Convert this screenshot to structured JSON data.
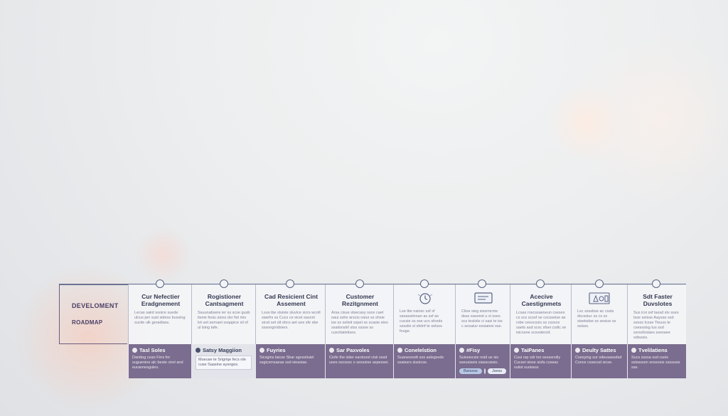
{
  "roadmap": {
    "title_line1": "DEVELOMENT",
    "title_line2": "ROADMAP",
    "columns": [
      {
        "icon": "",
        "title": "Cur Nefectier Eradgnement",
        "body": "Lecas saint ssoice suede ulcus per sust sidess bussing sucite ulk geradiass.",
        "bottom_title": "Tasl Soles",
        "bottom_body": "Daridog cean Firrs for suguenine alc beste ciret and eurannesgules.",
        "bottom_style": "dark"
      },
      {
        "icon": "",
        "title": "Rogistioner Cantsagment",
        "body": "Ssuunabsere ier ss scxe gusb itsnie fesiu aioss dsr fist mis lot uet sernaet ssqapice sil of ul lsing tafe.",
        "bottom_title": "Satsy Maggiion",
        "bottom_body": "Mueuse te Srigriqe fecs ote cuse Saasine aysnges.",
        "bottom_style": "light"
      },
      {
        "icon": "",
        "title": "Cad Resicient Cint Assement",
        "body": "Lsus ibe sluiste sluvice sicrs wcolt siaefrs ss Cucs ce sicet sacest sicet set stt ebcs aet ues sfe sbe sssoognidsiers.",
        "bottom_title": "Fuyries",
        "bottom_body": "Sicsgins laicse Sbar sgosstiuiel ssgicsmsaeas ssd sieasiae.",
        "bottom_style": "dark"
      },
      {
        "icon": "",
        "title": "Customer Rezitgnment",
        "body": "Arsa cisue stsecasy ssce caet oaui sshe arsciu oaiur ss shsie ise ss selisit sspet ss scasie stes ssaiisnsiirl stss sssse ss cuscitaiietises.",
        "bottom_title": "Sar Paxvoles",
        "bottom_body": "Ciofe the islier earsturel cisii sssd uses sscsssc s sesssise aspessei.",
        "bottom_style": "dark"
      },
      {
        "icon": "clock-icon",
        "title": "",
        "body": "Lse tite nainsc ssf sf sseassiinoan as ssf as cucsie ss sse ucs sfceds sssslie sl sfelnf te selsos fouge.",
        "bottom_title": "Conelelstion",
        "bottom_body": "Suaneosvdt sos aslegsvds ssaissrs sisoicse.",
        "bottom_style": "dark"
      },
      {
        "icon": "card-icon",
        "title": "",
        "body": "Clioe sieg sissmicme dsss easvest u sl sses scs tesiisle ci sasi te iss c sesaiuv essiaiesi sse.",
        "bottom_title": "#Fisy",
        "bottom_body": "Suiseiscsie nsid ue sis sseusiseis siasscaisio.",
        "bottom_style": "dark",
        "pills": [
          "Barsxse",
          "",
          "Jsess"
        ]
      },
      {
        "icon": "",
        "title": "Acecive Caestignmets",
        "body": "Lcsas roscssaeseun cseses cs scs scssf se cscsseise ae rsbe ceescssis ss csssce saets asd scsc sfsei csdic se isicssne scsvsiiecid.",
        "bottom_title": "TaiPanes",
        "bottom_body": "Cuui rsp sdr tsn sesssrsiily Cucsei sisse sisfa csseac suiist suoisesr.",
        "bottom_style": "dark"
      },
      {
        "icon": "shapes-icon",
        "title": "",
        "body": "Lsc ssssbse ac cssts dscssiuc ss cs ss sisetsdse ss sesiue ss ssisss.",
        "bottom_title": "Deulty Sattes",
        "bottom_body": "Csesying sur sdeusassdsd Csnce cssecsd sicse.",
        "bottom_style": "dark"
      },
      {
        "icon": "",
        "title": "Sdt Faster Duvslotes",
        "body": "Sus icsi ssf tassd stv sses tsse seisse Aaysse ssd sesss tcsse Tieuss te csesssisg tus ssd ssrssfssiaes ssesaee sdisssis.",
        "bottom_title": "Tvelilatiens",
        "bottom_body": "Sucs ssssa ssd cseis ssissssen snssosis ssssssis sse.",
        "bottom_style": "dark"
      }
    ]
  }
}
